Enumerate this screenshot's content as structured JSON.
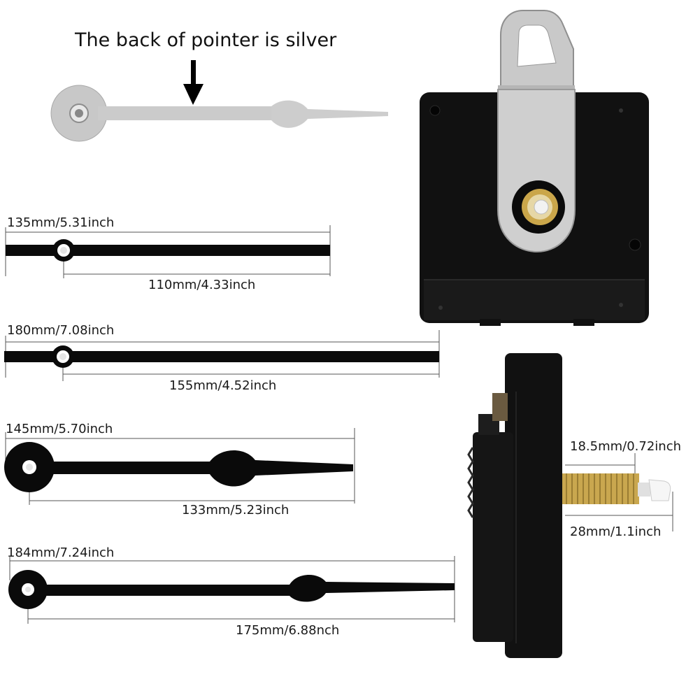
{
  "note": {
    "text": "The back of pointer is silver"
  },
  "hands": [
    {
      "total": "135mm/5.31inch",
      "effective": "110mm/4.33inch"
    },
    {
      "total": "180mm/7.08inch",
      "effective": "155mm/4.52inch"
    },
    {
      "total": "145mm/5.70inch",
      "effective": "133mm/5.23inch"
    },
    {
      "total": "184mm/7.24inch",
      "effective": "175mm/6.88nch"
    }
  ],
  "shaft": {
    "thread_length": "18.5mm/0.72inch",
    "total_length": "28mm/1.1inch"
  },
  "colors": {
    "hand": "#0a0a0a",
    "silver": "#c9c9c9",
    "brass": "#c8a850",
    "movement": "#111111"
  }
}
